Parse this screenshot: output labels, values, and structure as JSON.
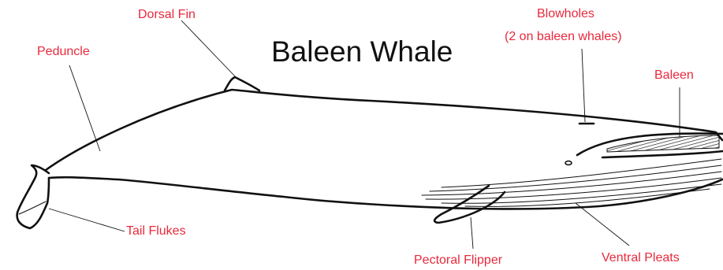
{
  "title": "Baleen Whale",
  "labels": {
    "dorsal_fin": "Dorsal Fin",
    "peduncle": "Peduncle",
    "blowholes_line1": "Blowholes",
    "blowholes_line2": "(2 on baleen whales)",
    "baleen": "Baleen",
    "tail_flukes": "Tail Flukes",
    "pectoral_flipper": "Pectoral Flipper",
    "ventral_pleats": "Ventral Pleats"
  },
  "colors": {
    "label": "#e8293c",
    "outline": "#111111",
    "background": "#ffffff"
  }
}
